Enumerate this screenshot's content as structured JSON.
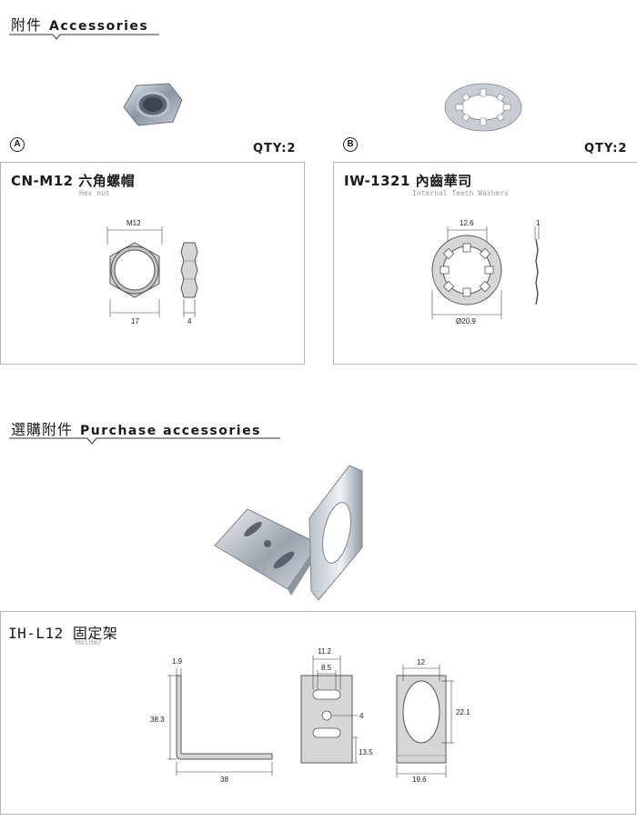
{
  "accessories": {
    "title_zh": "附件",
    "title_en": "Accessories",
    "items": [
      {
        "marker": "A",
        "qty": "QTY:2",
        "code_name": "CN-M12 六角螺帽",
        "subtitle": "Hex nut",
        "dims": {
          "top": "M12",
          "bottom": "17",
          "side": "4"
        }
      },
      {
        "marker": "B",
        "qty": "QTY:2",
        "code_name": "IW-1321 內齒華司",
        "subtitle": "Internal Teeth Washers",
        "dims": {
          "top": "12.6",
          "bottom": "Ø20.9",
          "side": "1"
        }
      }
    ]
  },
  "purchase": {
    "title_zh": "選購附件",
    "title_en": "Purchase accessories",
    "item": {
      "code_name": "IH-L12 固定架",
      "subtitle": "Holder",
      "dims": {
        "thickness": "1.9",
        "height": "38.3",
        "length": "38",
        "slot_width": "11.2",
        "slot_inner": "8.5",
        "hole": "4",
        "bottom": "13.5",
        "oval_width": "12",
        "oval_height": "22.1",
        "plate_width": "19.6"
      }
    }
  }
}
